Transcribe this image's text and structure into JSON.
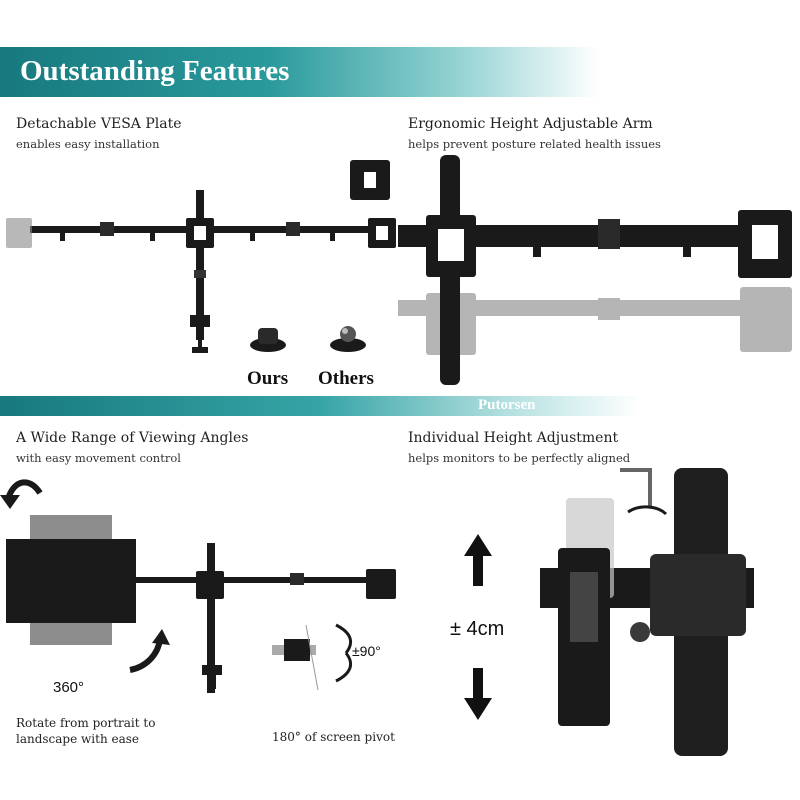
{
  "banner": {
    "title": "Outstanding Features"
  },
  "divider": {
    "brand": "Putorsen"
  },
  "panels": {
    "vesa": {
      "heading": "Detachable VESA Plate",
      "subheading": "enables easy installation",
      "ours_label": "Ours",
      "others_label": "Others"
    },
    "arm": {
      "heading": "Ergonomic Height Adjustable Arm",
      "subheading": "helps prevent posture related health issues"
    },
    "angles": {
      "heading": "A Wide Range of Viewing Angles",
      "subheading": "with easy movement control",
      "rotation_label": "360°",
      "tilt_label": "±90°",
      "caption_left": "Rotate from portrait to landscape with ease",
      "caption_right": "180° of screen pivot"
    },
    "height": {
      "heading": "Individual Height Adjustment",
      "subheading": "helps monitors to be perfectly aligned",
      "range_label": "± 4cm"
    }
  },
  "colors": {
    "banner_teal": "#17797e",
    "mount_black": "#1a1a1a"
  }
}
